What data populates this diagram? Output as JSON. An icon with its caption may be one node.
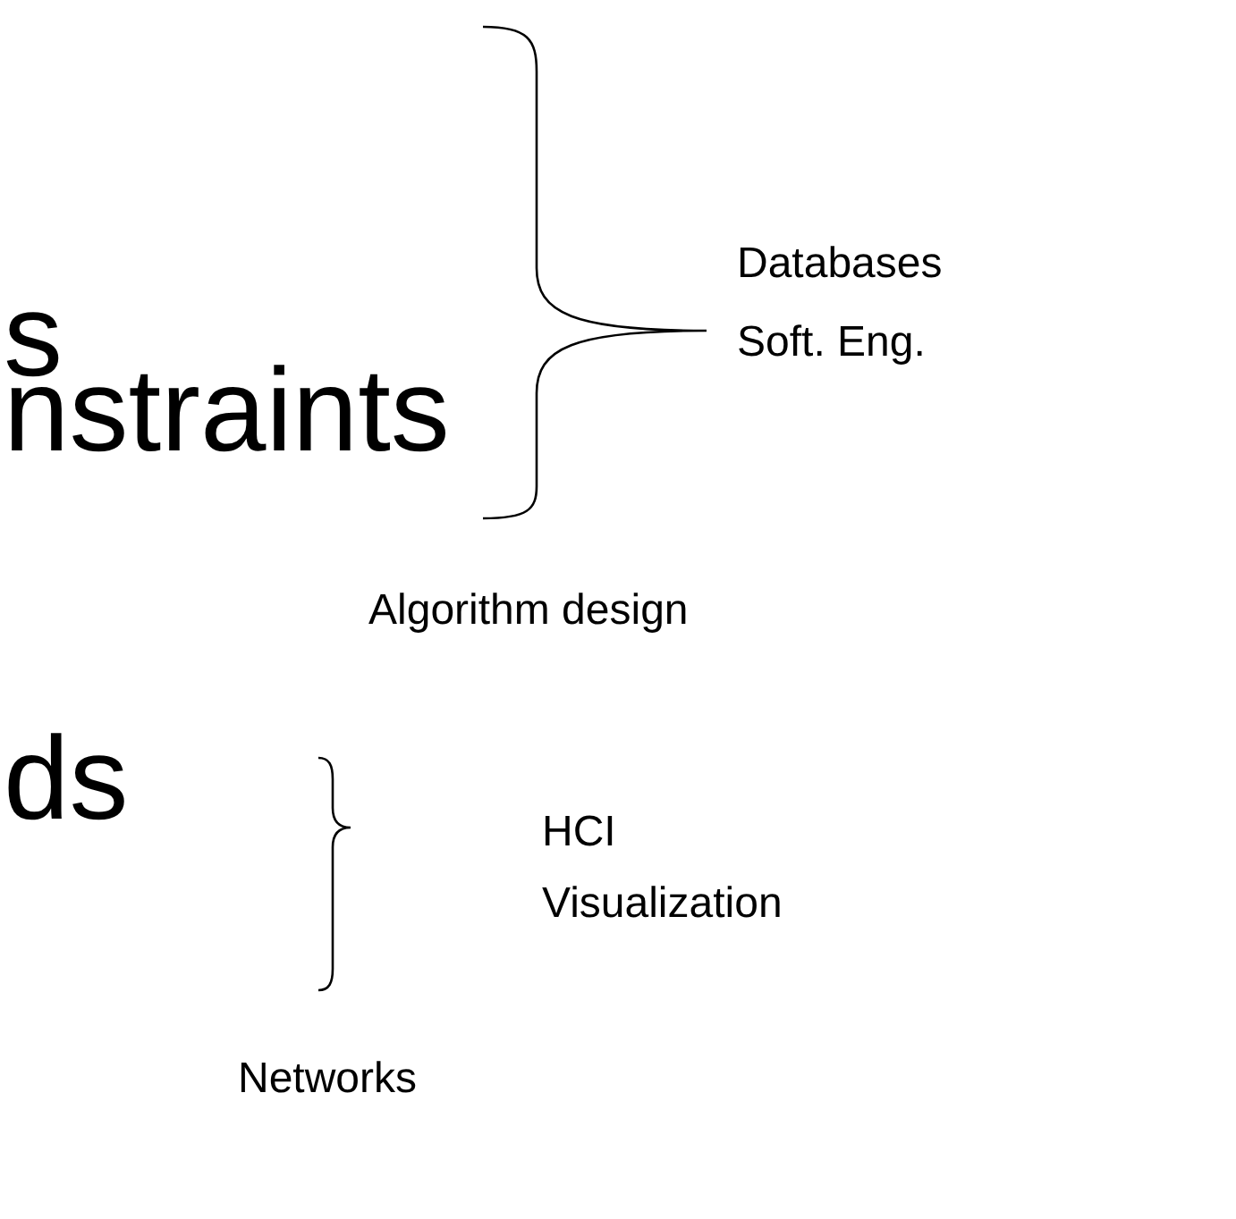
{
  "diagram": {
    "labels": [
      "s",
      "Databases",
      "Soft. Eng.",
      "nstraints",
      "Algorithm design",
      "ds",
      "HCI",
      "Visualization",
      "Networks"
    ]
  }
}
